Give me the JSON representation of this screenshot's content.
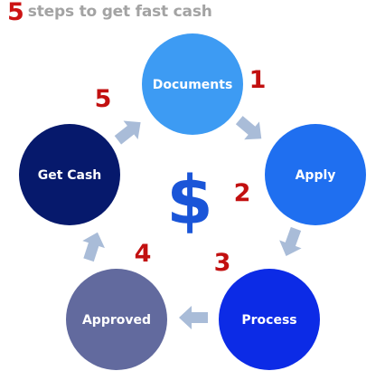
{
  "title": {
    "number": "5",
    "text": "steps to get fast cash"
  },
  "center_symbol": "$",
  "colors": {
    "title_number": "#cc1414",
    "title_text": "#a3a3a3",
    "step_number": "#c21010",
    "arrow": "#a9bcd8",
    "dollar": "#1a55d8"
  },
  "steps": [
    {
      "number": "1",
      "label": "Documents",
      "color": "#3d9bf3"
    },
    {
      "number": "2",
      "label": "Apply",
      "color": "#1f6ff0"
    },
    {
      "number": "3",
      "label": "Process",
      "color": "#0c2be6"
    },
    {
      "number": "4",
      "label": "Approved",
      "color": "#626a9e"
    },
    {
      "number": "5",
      "label": "Get Cash",
      "color": "#06196c"
    }
  ]
}
